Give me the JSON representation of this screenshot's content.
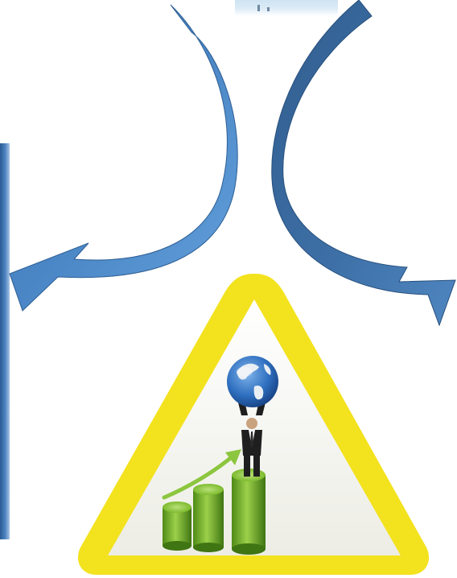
{
  "diagram": {
    "description_labels": {
      "arrows": [
        "left-curved-arrow",
        "right-curved-arrow"
      ],
      "center_emblem": "growth-warning-triangle"
    },
    "colors": {
      "arrow_left": "#4a86c5",
      "arrow_left_dark": "#3f78b6",
      "arrow_left_light": "#63a1dc",
      "arrow_right": "#3d6fa6",
      "arrow_right_dark": "#315d8e",
      "arrow_right_light": "#4f86c0",
      "triangle_border": "#f3e21e",
      "triangle_fill": "#f1f1ea",
      "globe_ocean": "#2e6fbf",
      "globe_land": "#e8eef4",
      "bar_green": "#7dbb2e",
      "bar_green_dark": "#4f8a17",
      "growth_arrow": "#8cc63f",
      "suit": "#1f1f1f",
      "shirt": "#ffffff"
    },
    "icons": [
      "curved-arrow-icon",
      "globe-icon",
      "businessman-icon",
      "growth-bars-icon",
      "trend-arrow-icon"
    ]
  }
}
